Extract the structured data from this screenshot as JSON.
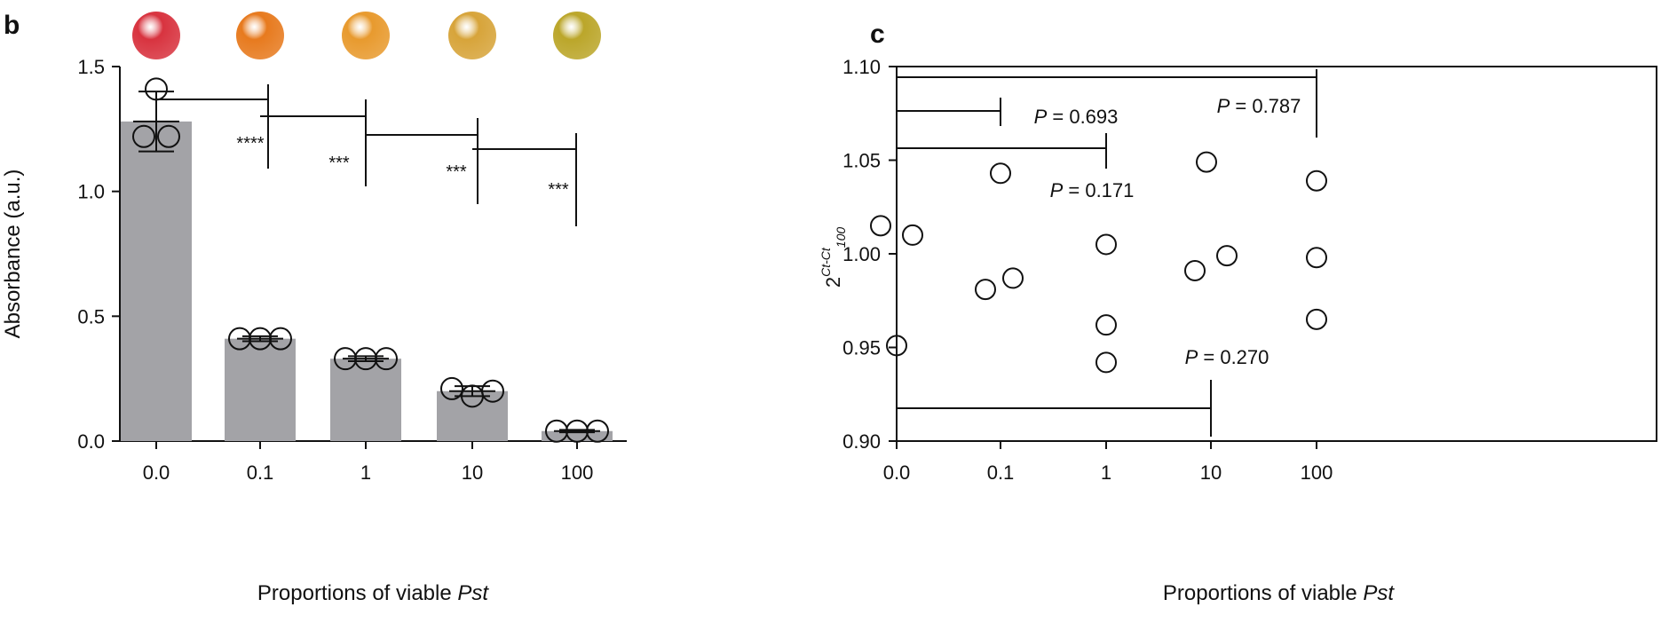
{
  "panel_b_label": "b",
  "panel_c_label": "c",
  "bead_colors": [
    "#d8333f",
    "#e77a1e",
    "#e89a2e",
    "#d7a43a",
    "#bba62a"
  ],
  "chart_data": [
    {
      "type": "bar",
      "panel": "b",
      "categories": [
        "0.0",
        "0.1",
        "1",
        "10",
        "100"
      ],
      "values": [
        1.28,
        0.41,
        0.33,
        0.2,
        0.04
      ],
      "errors": [
        0.12,
        0.01,
        0.01,
        0.02,
        0.005
      ],
      "points": [
        [
          1.41,
          1.22,
          1.22
        ],
        [
          0.41,
          0.41,
          0.41
        ],
        [
          0.33,
          0.33,
          0.33
        ],
        [
          0.21,
          0.18,
          0.2
        ],
        [
          0.04,
          0.04,
          0.04
        ]
      ],
      "ylim": [
        0,
        1.5
      ],
      "yticks": [
        "0.0",
        "0.5",
        "1.0",
        "1.5"
      ],
      "ylabel": "Absorbance (a.u.)",
      "xlabel_main": "Proportions of viable ",
      "xlabel_italic": "Pst",
      "significance": [
        {
          "from": 0,
          "to": 1,
          "label": "****"
        },
        {
          "from": 1,
          "to": 2,
          "label": "***"
        },
        {
          "from": 2,
          "to": 3,
          "label": "***"
        },
        {
          "from": 3,
          "to": 4,
          "label": "***"
        }
      ]
    },
    {
      "type": "scatter",
      "panel": "c",
      "categories": [
        "0.0",
        "0.1",
        "1",
        "10",
        "100"
      ],
      "points": [
        [
          1.015,
          1.01,
          0.951
        ],
        [
          0.981,
          0.987,
          1.043
        ],
        [
          1.005,
          0.962,
          0.942
        ],
        [
          0.991,
          0.999,
          1.049
        ],
        [
          1.039,
          0.998,
          0.965
        ]
      ],
      "ylim": [
        0.9,
        1.1
      ],
      "yticks": [
        "0.90",
        "0.95",
        "1.00",
        "1.05",
        "1.10"
      ],
      "ylabel_base": "2",
      "ylabel_sup": "Ct-Ct",
      "ylabel_sub": "100",
      "xlabel_main": "Proportions of viable ",
      "xlabel_italic": "Pst",
      "p_values": [
        {
          "to": 1,
          "label": "P = 0.693"
        },
        {
          "to": 2,
          "label": "P = 0.171"
        },
        {
          "to": 4,
          "label": "P = 0.787"
        },
        {
          "to": 3,
          "label": "P = 0.270"
        }
      ]
    }
  ]
}
